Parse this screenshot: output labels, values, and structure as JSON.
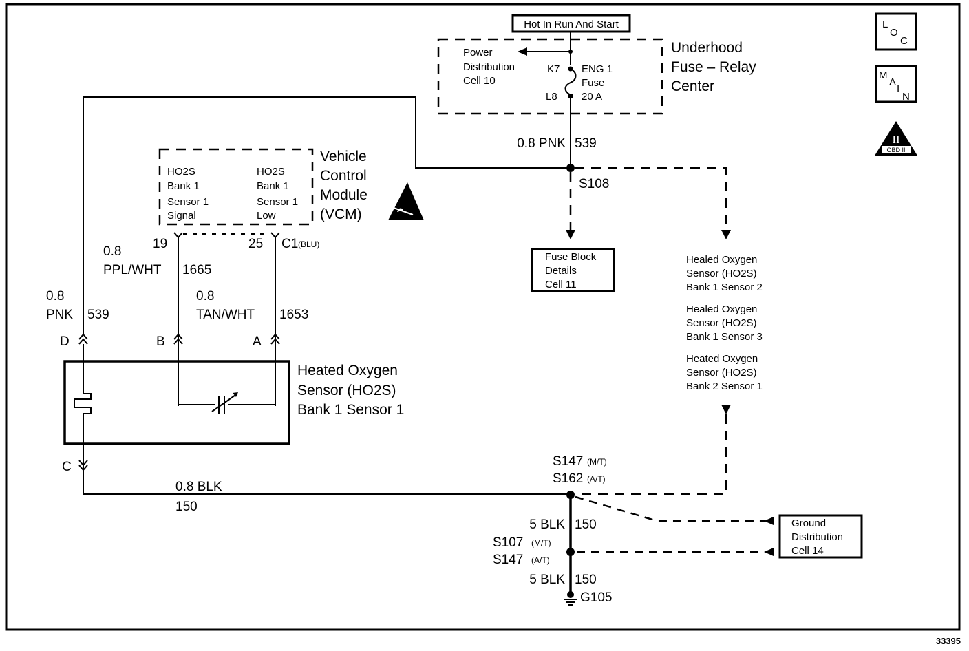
{
  "diagram": {
    "figure_number": "33395",
    "power_source_label": "Hot In Run And Start",
    "fuse_relay_center": {
      "title_lines": [
        "Underhood",
        "Fuse – Relay",
        "Center"
      ],
      "power_distribution_lines": [
        "Power",
        "Distribution",
        "Cell 10"
      ],
      "terminal_top": "K7",
      "terminal_bottom": "L8",
      "fuse_lines": [
        "ENG 1",
        "Fuse",
        "20 A"
      ]
    },
    "wire_main_feed": {
      "gauge_color": "0.8 PNK",
      "circuit": "539"
    },
    "splice_s108": "S108",
    "fuse_block_ref_lines": [
      "Fuse Block",
      "Details",
      "Cell 11"
    ],
    "other_sensors": [
      [
        "Healed Oxygen",
        "Sensor (HO2S)",
        "Bank 1 Sensor 2"
      ],
      [
        "Healed Oxygen",
        "Sensor (HO2S)",
        "Bank 1 Sensor 3"
      ],
      [
        "Heated Oxygen",
        "Sensor (HO2S)",
        "Bank 2 Sensor 1"
      ]
    ],
    "vcm": {
      "title_lines": [
        "Vehicle",
        "Control",
        "Module",
        "(VCM)"
      ],
      "pin_signal_lines": [
        "HO2S",
        "Bank 1",
        "Sensor 1",
        "Signal"
      ],
      "pin_low_lines": [
        "HO2S",
        "Bank 1",
        "Sensor 1",
        "Low"
      ],
      "pin_signal_number": "19",
      "pin_low_number": "25",
      "connector": "C1",
      "connector_color": "(BLU)"
    },
    "wire_signal": {
      "gauge": "0.8",
      "color": "PPL/WHT",
      "circuit": "1665"
    },
    "wire_low": {
      "gauge": "0.8",
      "color": "TAN/WHT",
      "circuit": "1653"
    },
    "wire_heater_feed": {
      "gauge": "0.8",
      "color": "PNK",
      "circuit": "539"
    },
    "sensor_terminals": {
      "d": "D",
      "b": "B",
      "a": "A",
      "c": "C"
    },
    "sensor_title_lines": [
      "Heated Oxygen",
      "Sensor (HO2S)",
      "Bank 1 Sensor 1"
    ],
    "wire_ground": {
      "gauge_color": "0.8 BLK",
      "circuit": "150"
    },
    "splice_ground_top": [
      {
        "id": "S147",
        "note": "(M/T)"
      },
      {
        "id": "S162",
        "note": "(A/T)"
      }
    ],
    "wire_ground_mid": {
      "gauge_color": "5 BLK",
      "circuit": "150"
    },
    "splice_ground_mid": [
      {
        "id": "S107",
        "note": "(M/T)"
      },
      {
        "id": "S147",
        "note": "(A/T)"
      }
    ],
    "wire_ground_bottom": {
      "gauge_color": "5 BLK",
      "circuit": "150"
    },
    "ground_point": "G105",
    "ground_dist_ref_lines": [
      "Ground",
      "Distribution",
      "Cell 14"
    ],
    "symbols": {
      "loc": [
        "L",
        "O",
        "C"
      ],
      "main": [
        "M",
        "A",
        "I",
        "N"
      ],
      "obd": {
        "roman": "II",
        "label": "OBD II"
      }
    }
  }
}
